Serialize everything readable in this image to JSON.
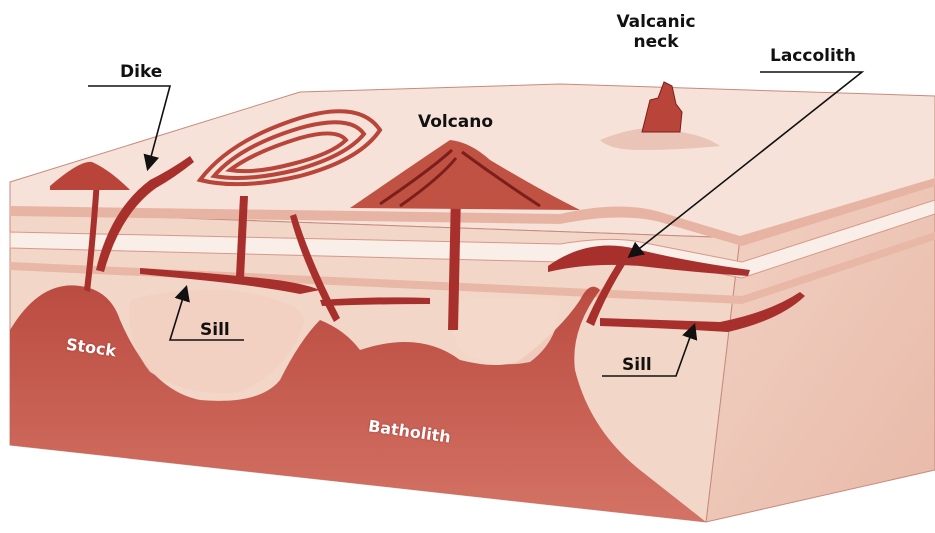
{
  "labels": {
    "dike": "Dike",
    "volcano": "Volcano",
    "valcanic_neck_line1": "Valcanic",
    "valcanic_neck_line2": "neck",
    "laccolith": "Laccolith",
    "sill_left": "Sill",
    "sill_right": "Sill",
    "stock": "Stock",
    "batholith": "Batholith"
  },
  "colors": {
    "ground": "#f4d9cc",
    "dark_rock": "#a8302c",
    "mid_rock": "#c8584c",
    "light_band": "#f8ebe4",
    "label_text": "#111111"
  }
}
